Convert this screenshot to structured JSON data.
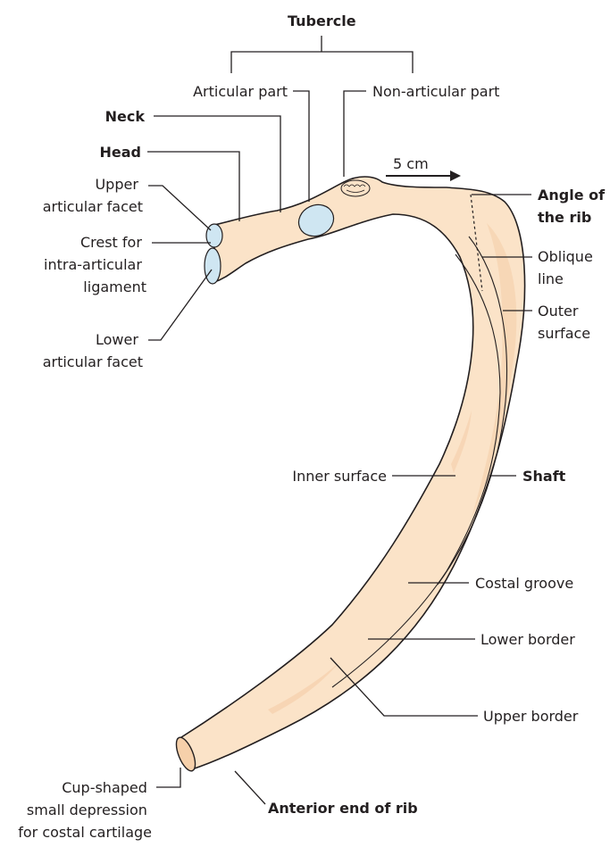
{
  "labels": {
    "tubercle": "Tubercle",
    "articular_part": "Articular part",
    "non_articular_part": "Non-articular part",
    "neck": "Neck",
    "head": "Head",
    "upper_facet": [
      "Upper",
      "articular facet"
    ],
    "crest": [
      "Crest for",
      "intra-articular",
      "ligament"
    ],
    "lower_facet": [
      "Lower",
      "articular facet"
    ],
    "scale": "5 cm",
    "angle": [
      "Angle of",
      "the rib"
    ],
    "oblique_line": [
      "Oblique",
      "line"
    ],
    "outer_surface": [
      "Outer",
      "surface"
    ],
    "inner_surface": "Inner surface",
    "shaft": "Shaft",
    "costal_groove": "Costal groove",
    "lower_border": "Lower border",
    "upper_border": "Upper border",
    "cup_shaped": [
      "Cup-shaped",
      "small depression",
      "for costal cartilage"
    ],
    "anterior_end": "Anterior end of rib"
  },
  "colors": {
    "bone_fill": "#fbe3c8",
    "bone_shadow": "#f3c9a0",
    "facet_fill": "#cfe6f2",
    "outline": "#231f20"
  }
}
